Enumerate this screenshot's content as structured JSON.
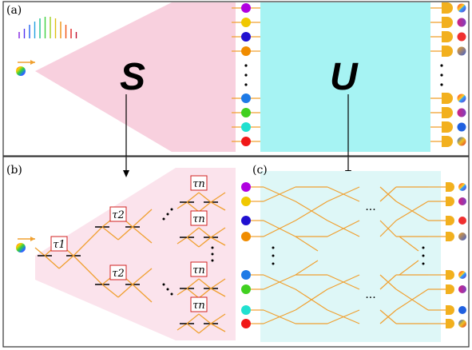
{
  "panels": {
    "a": {
      "label": "(a)"
    },
    "b": {
      "label": "(b)"
    },
    "c": {
      "label": "(c)"
    }
  },
  "symbols": {
    "S": "S",
    "U": "U"
  },
  "delays": {
    "tau1": "τ1",
    "tau2_top": "τ2",
    "tau2_bottom": "τ2",
    "taun_1": "τn",
    "taun_2": "τn",
    "taun_3": "τn",
    "taun_4": "τn"
  },
  "ellipsis": {
    "h_top": "···",
    "h_bottom": "···"
  },
  "colors": {
    "panel_border": "#333333",
    "sampler_fill": "#f8d0de",
    "sampler_fill_b": "#fbe3ec",
    "unitary_fill": "#a6f3f3",
    "unitary_fill_c": "#def7f7",
    "waveguide": "#f0a030",
    "detector": "#f2b01e",
    "delay_box": "#d22020",
    "mode_colors": [
      "#b000e0",
      "#f0c800",
      "#2010d0",
      "#f08c00",
      "#1e7ae6",
      "#40d020",
      "#20e0d0",
      "#f01818"
    ]
  },
  "icons": {
    "laser": "laser-pulse-icon",
    "spectrum": "spectrum-comb-icon",
    "detector": "detector-icon",
    "mixed_mode": "mixed-color-mode-icon"
  }
}
